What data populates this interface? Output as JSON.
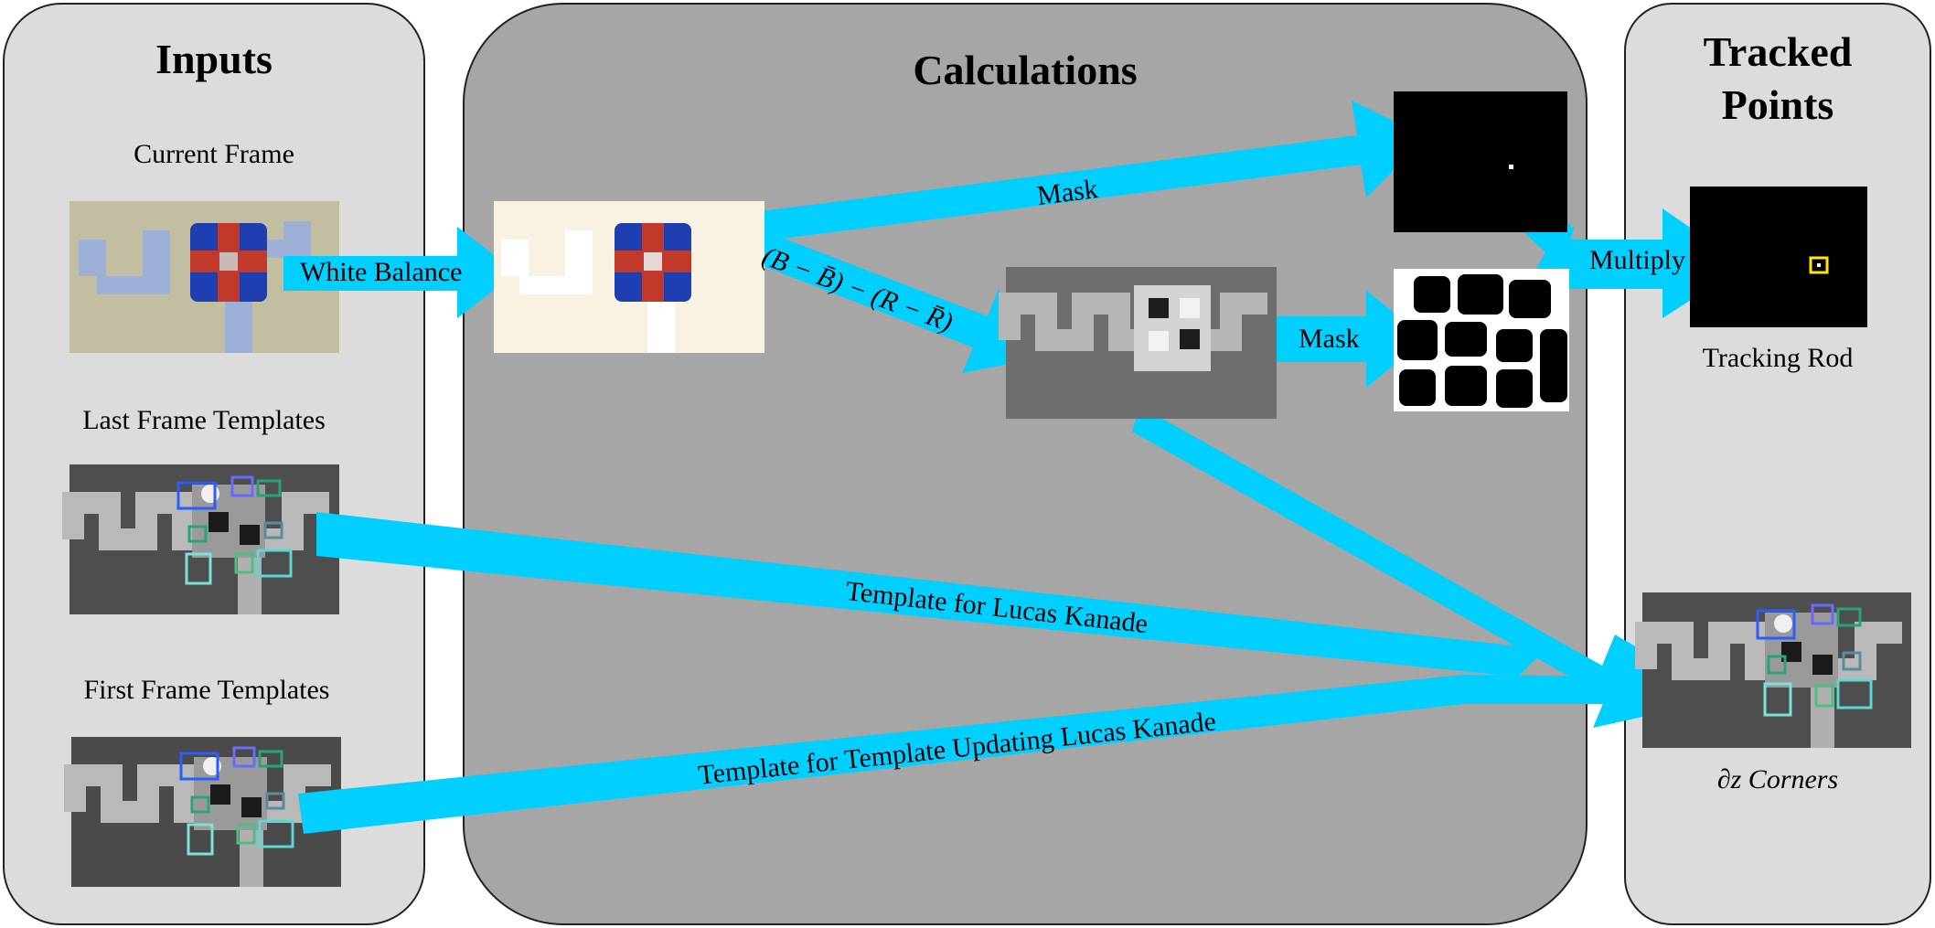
{
  "panels": {
    "inputs": {
      "title": "Inputs"
    },
    "calculations": {
      "title": "Calculations"
    },
    "tracked": {
      "title_line1": "Tracked",
      "title_line2": "Points"
    }
  },
  "input_labels": {
    "current_frame": "Current Frame",
    "last_templates": "Last Frame Templates",
    "first_templates": "First Frame Templates"
  },
  "arrow_labels": {
    "white_balance": "White Balance",
    "mask_top": "Mask",
    "formula": "(B − B̄) − (R − R̄)",
    "mask_mid": "Mask",
    "multiply": "Multiply",
    "lucas_kanade": "Template for Lucas Kanade",
    "template_updating": "Template for Template Updating Lucas Kanade"
  },
  "output_labels": {
    "tracking_rod": "Tracking Rod",
    "corners": "∂z Corners"
  },
  "colors": {
    "arrow": "#00cfff",
    "panel_light": "#dcdcdc",
    "panel_dark": "#a6a6a6",
    "tracked_box": "#ffe600"
  }
}
